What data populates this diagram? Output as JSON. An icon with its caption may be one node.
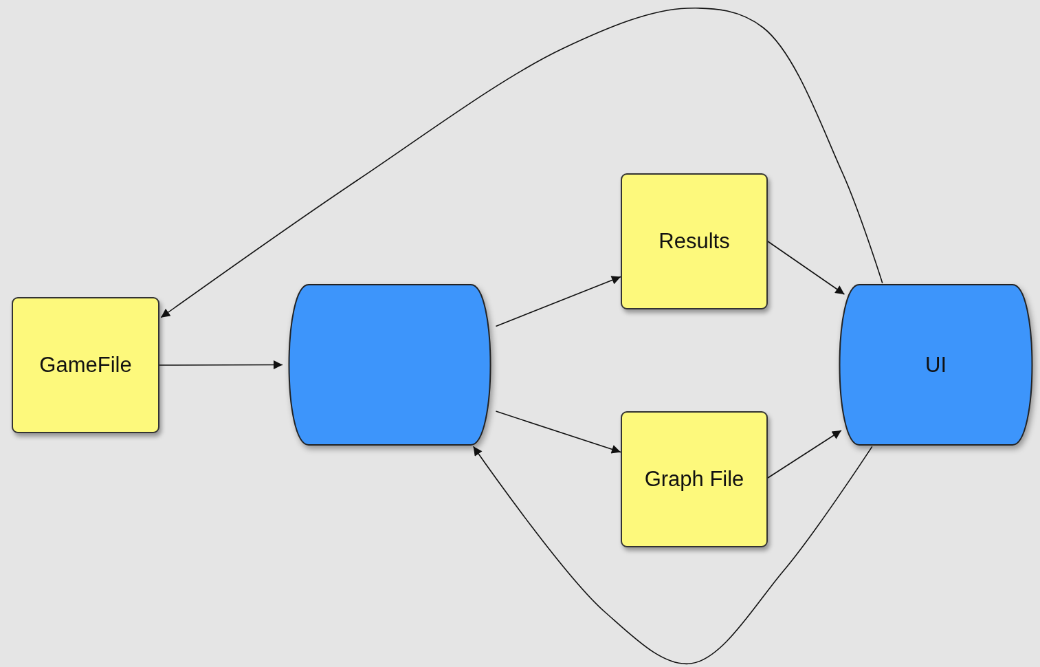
{
  "diagram": {
    "nodes": [
      {
        "text": [
          "GameFile"
        ]
      },
      {
        "text": [],
        "shape": "cylinder"
      },
      {
        "text": [
          "Results"
        ]
      },
      {
        "text": [
          "Graph File"
        ]
      },
      {
        "text": [
          "UI"
        ]
      }
    ],
    "edges": [
      {
        "from": 0,
        "to": 1,
        "arrow": "to"
      },
      {
        "from": 1,
        "to": 2,
        "arrow": "to"
      },
      {
        "from": 1,
        "to": 3,
        "arrow": "to"
      },
      {
        "from": 2,
        "to": 4,
        "arrow": "to"
      },
      {
        "from": 3,
        "to": 4,
        "arrow": "to"
      },
      {
        "from": 4,
        "to": 0,
        "arrow": "to"
      },
      {
        "from": 4,
        "to": 1,
        "arrow": "to"
      }
    ]
  }
}
